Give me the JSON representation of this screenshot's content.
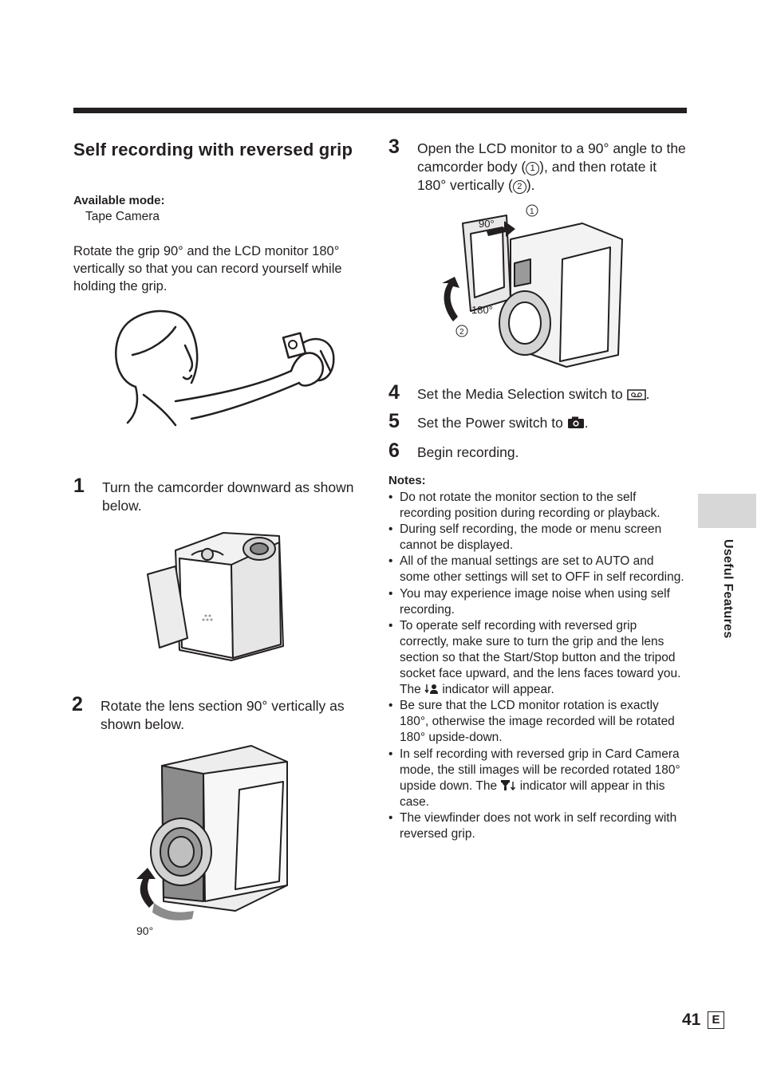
{
  "title": "Self recording with reversed grip",
  "available_mode": {
    "label": "Available mode:",
    "value": "Tape Camera"
  },
  "intro": "Rotate the grip 90° and the LCD monitor 180° vertically so that you can record yourself while holding the grip.",
  "steps": [
    {
      "number": "1",
      "text": "Turn the camcorder downward as shown below."
    },
    {
      "number": "2",
      "text": "Rotate the lens section 90° vertically as shown below."
    },
    {
      "number": "3",
      "text_a": "Open the LCD monitor to a 90° angle to the camcorder body (",
      "circ_a": "1",
      "text_b": "), and then rotate it 180° vertically (",
      "circ_b": "2",
      "text_c": ")."
    },
    {
      "number": "4",
      "text": "Set the Media Selection switch to",
      "icon": "tape-icon"
    },
    {
      "number": "5",
      "text": "Set the Power switch to",
      "icon": "camera-icon"
    },
    {
      "number": "6",
      "text": "Begin recording."
    }
  ],
  "figure_labels": {
    "step2_angle": "90°",
    "step3_circ1": "1",
    "step3_angle1": "90°",
    "step3_angle2": "180°",
    "step3_circ2": "2"
  },
  "notes": {
    "label": "Notes:",
    "items": [
      {
        "text": "Do not rotate the monitor section to the self recording position during recording or playback."
      },
      {
        "text": "During self recording, the mode or menu screen cannot be displayed."
      },
      {
        "text": "All of the manual settings are set to AUTO and some other settings will set to OFF in self recording."
      },
      {
        "text": "You may experience image noise when using self recording."
      },
      {
        "text": "To operate self recording with reversed grip correctly, make sure to turn the grip and the lens section so that the Start/Stop button and the tripod socket face upward, and the lens faces toward you. The",
        "icon": "self-record-indicator-icon",
        "text_after": "indicator will appear."
      },
      {
        "text": "Be sure that the LCD monitor rotation is exactly 180°, otherwise the image recorded will be rotated 180° upside-down."
      },
      {
        "text": "In self recording with reversed grip in Card Camera mode, the still images will be recorded rotated 180° upside down. The",
        "icon": "upside-down-indicator-icon",
        "text_after": "indicator will appear in this case."
      },
      {
        "text": "The viewfinder does not work in self recording with reversed grip."
      }
    ]
  },
  "side_tab": "Useful Features",
  "page": {
    "number": "41",
    "letter": "E"
  }
}
